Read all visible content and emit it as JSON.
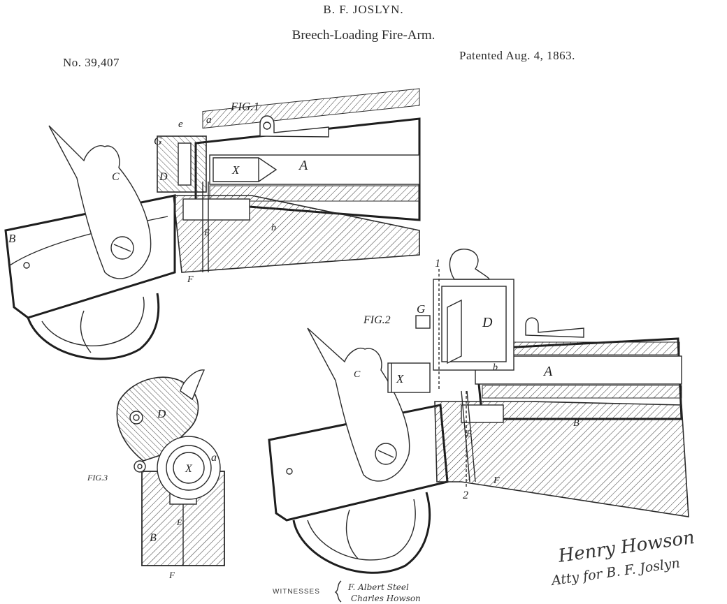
{
  "header": {
    "inventor": "B. F. JOSLYN.",
    "title": "Breech-Loading Fire-Arm.",
    "patent_number": "No. 39,407",
    "patent_date": "Patented Aug. 4, 1863."
  },
  "figures": {
    "fig1": {
      "caption": "FIG.1",
      "labels": {
        "e": "e",
        "a": "a",
        "G": "G",
        "D": "D",
        "C": "C",
        "X": "X",
        "A": "A",
        "B": "B",
        "E": "E",
        "b": "b",
        "F": "F"
      }
    },
    "fig2": {
      "caption": "FIG.2",
      "labels": {
        "n1": "1",
        "n2": "2",
        "G": "G",
        "D": "D",
        "X": "X",
        "C": "C",
        "b": "b",
        "A": "A",
        "B": "B",
        "E": "E",
        "F": "F"
      }
    },
    "fig3": {
      "caption": "FIG.3",
      "labels": {
        "D": "D",
        "X": "X",
        "a": "a",
        "E": "E",
        "B": "B",
        "F": "F"
      }
    }
  },
  "witnesses": {
    "label": "WITNESSES",
    "names": [
      "F. Albert Steel",
      "Charles Howson"
    ]
  },
  "signature": {
    "inventor": "Henry Howson",
    "attorney": "Atty for B. F. Joslyn"
  }
}
